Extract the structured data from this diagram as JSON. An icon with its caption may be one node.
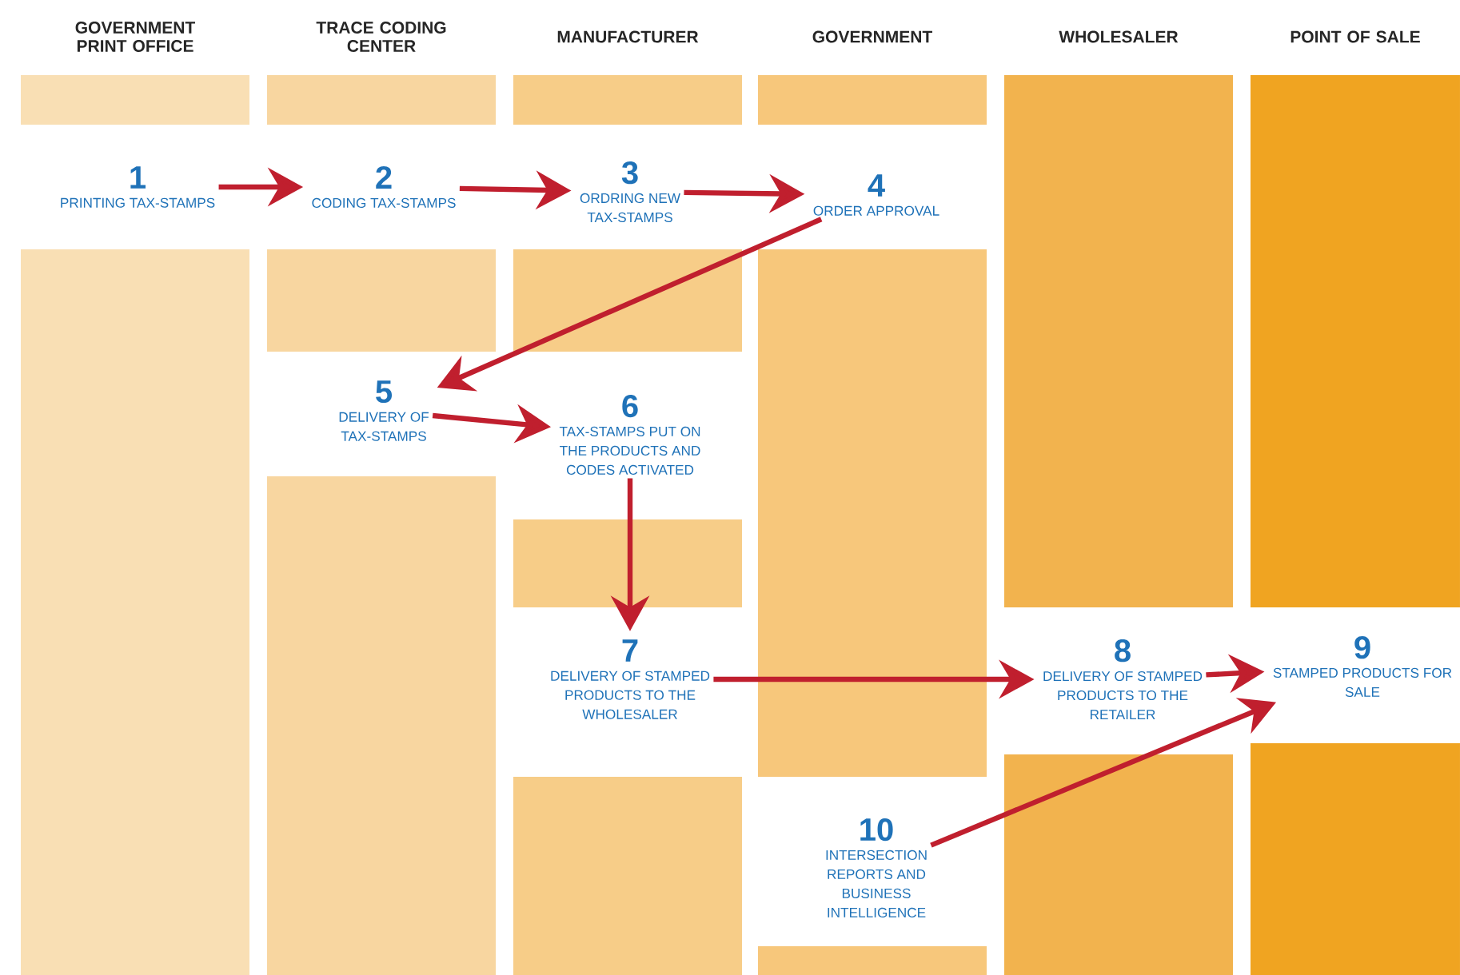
{
  "diagram": {
    "nodes": [
      {
        "text": [
          "1",
          "PRINTING TAX-STAMPS"
        ]
      },
      {
        "text": [
          "2",
          "CODING TAX-STAMPS"
        ]
      },
      {
        "text": [
          "3",
          "ORDRING NEW TAX-STAMPS"
        ]
      },
      {
        "text": [
          "4",
          "ORDER APPROVAL"
        ]
      },
      {
        "text": [
          "5",
          "DELIVERY OF TAX-STAMPS"
        ]
      },
      {
        "text": [
          "6",
          "TAX-STAMPS PUT ON THE PRODUCTS AND CODES ACTIVATED"
        ]
      },
      {
        "text": [
          "7",
          "DELIVERY OF STAMPED PRODUCTS TO THE WHOLESALER"
        ]
      },
      {
        "text": [
          "8",
          "DELIVERY OF STAMPED PRODUCTS TO THE RETAILER"
        ]
      },
      {
        "text": [
          "9",
          "STAMPED PRODUCTS FOR SALE"
        ]
      },
      {
        "text": [
          "10",
          "INTERSECTION REPORTS AND BUSINESS INTELLIGENCE"
        ]
      }
    ],
    "edges": [
      {
        "from": 0,
        "to": 1,
        "arrow": "to"
      },
      {
        "from": 1,
        "to": 2,
        "arrow": "to"
      },
      {
        "from": 2,
        "to": 3,
        "arrow": "to"
      },
      {
        "from": 3,
        "to": 4,
        "arrow": "to"
      },
      {
        "from": 4,
        "to": 5,
        "arrow": "to"
      },
      {
        "from": 5,
        "to": 6,
        "arrow": "to"
      },
      {
        "from": 6,
        "to": 7,
        "arrow": "to"
      },
      {
        "from": 7,
        "to": 8,
        "arrow": "to"
      },
      {
        "from": 9,
        "to": 8,
        "arrow": "to"
      }
    ],
    "labels": [
      "GOVERNMENT PRINT OFFICE",
      "TRACE CODING CENTER",
      "MANUFACTURER",
      "GOVERNMENT",
      "WHOLESALER",
      "POINT OF SALE"
    ]
  }
}
